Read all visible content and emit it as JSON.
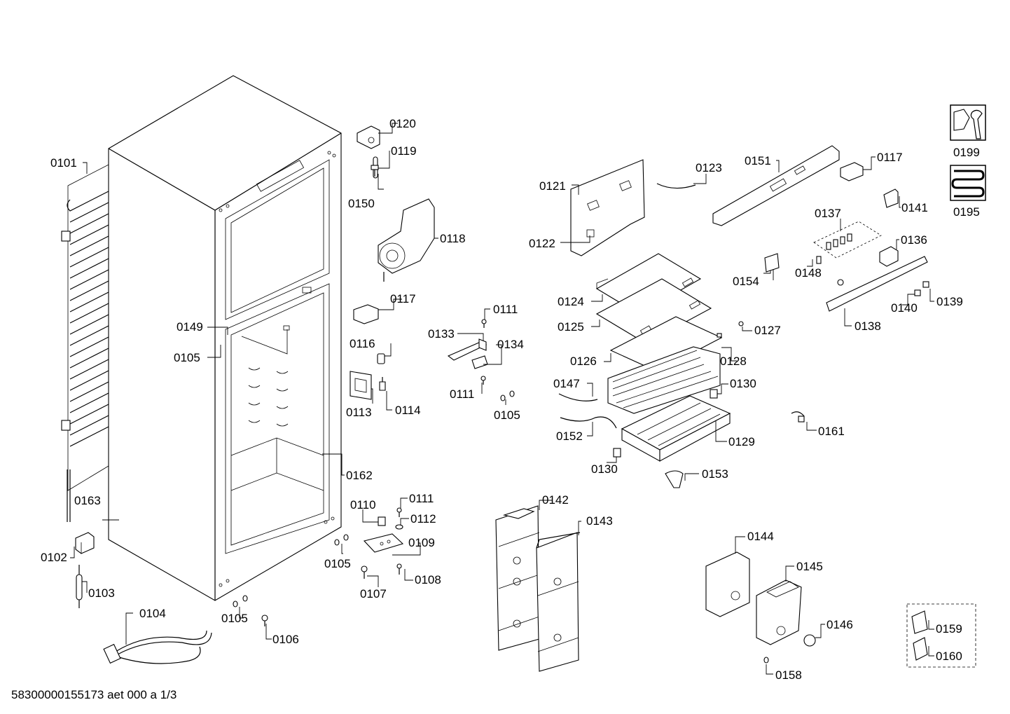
{
  "parts": {
    "p0101": "0101",
    "p0102": "0102",
    "p0103": "0103",
    "p0104": "0104",
    "p0105a": "0105",
    "p0105b": "0105",
    "p0105c": "0105",
    "p0105d": "0105",
    "p0106": "0106",
    "p0107": "0107",
    "p0108": "0108",
    "p0109": "0109",
    "p0110": "0110",
    "p0111a": "0111",
    "p0111b": "0111",
    "p0111c": "0111",
    "p0112": "0112",
    "p0113": "0113",
    "p0114": "0114",
    "p0116": "0116",
    "p0117a": "0117",
    "p0117b": "0117",
    "p0118": "0118",
    "p0119": "0119",
    "p0120": "0120",
    "p0121": "0121",
    "p0122": "0122",
    "p0123": "0123",
    "p0124": "0124",
    "p0125": "0125",
    "p0126": "0126",
    "p0127": "0127",
    "p0128": "0128",
    "p0129": "0129",
    "p0130a": "0130",
    "p0130b": "0130",
    "p0133": "0133",
    "p0134": "0134",
    "p0136": "0136",
    "p0137": "0137",
    "p0138": "0138",
    "p0139": "0139",
    "p0140": "0140",
    "p0141": "0141",
    "p0142": "0142",
    "p0143": "0143",
    "p0144": "0144",
    "p0145": "0145",
    "p0146": "0146",
    "p0147": "0147",
    "p0148": "0148",
    "p0149": "0149",
    "p0150": "0150",
    "p0151": "0151",
    "p0152": "0152",
    "p0153": "0153",
    "p0154": "0154",
    "p0158": "0158",
    "p0159": "0159",
    "p0160": "0160",
    "p0161": "0161",
    "p0162": "0162",
    "p0163": "0163",
    "p0195": "0195",
    "p0199": "0199"
  },
  "icons": {
    "tools": "wrench-tools-icon",
    "coil": "heating-coil-icon"
  },
  "footer": "58300000155173 aet 000 a 1/3"
}
